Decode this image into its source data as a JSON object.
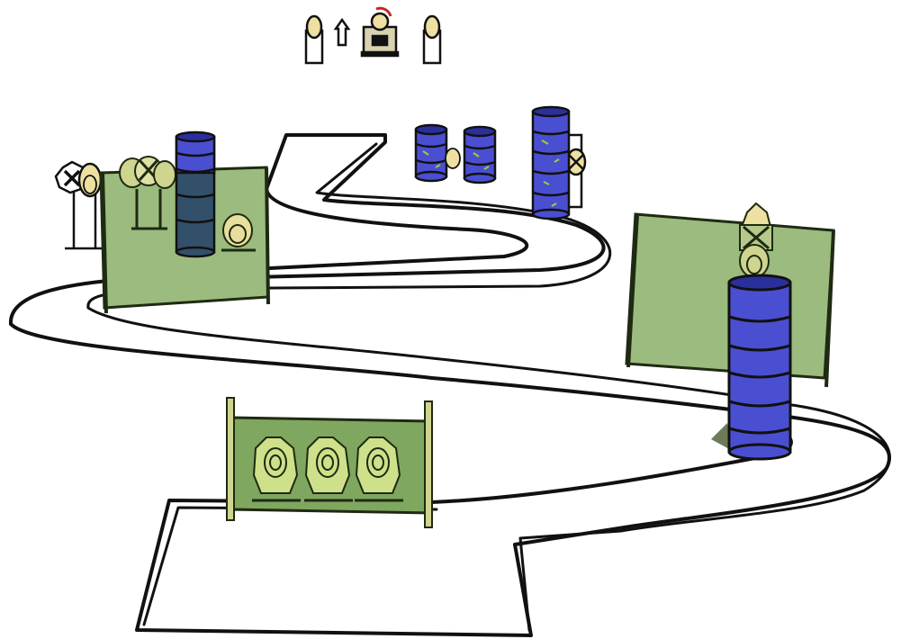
{
  "scene": {
    "background": "#ffffff",
    "colors": {
      "wall_fill": "#9bbb7f",
      "wall_stroke": "#1e2a12",
      "barrel_fill": "#4a4fd1",
      "barrel_dark": "#2b2f9c",
      "barrel_splash": "#9ccf3a",
      "steel_fill": "#ede0a0",
      "path_stroke": "#111111",
      "shadow": "#6e7b58"
    },
    "elements": [
      "course-path",
      "left-barricade",
      "right-barricade",
      "front-barricade-with-three-targets",
      "center-barrel-pair",
      "tall-barrel-stack-center",
      "tall-barrel-stack-right",
      "stand-targets-top",
      "no-shoot-target-left"
    ]
  }
}
